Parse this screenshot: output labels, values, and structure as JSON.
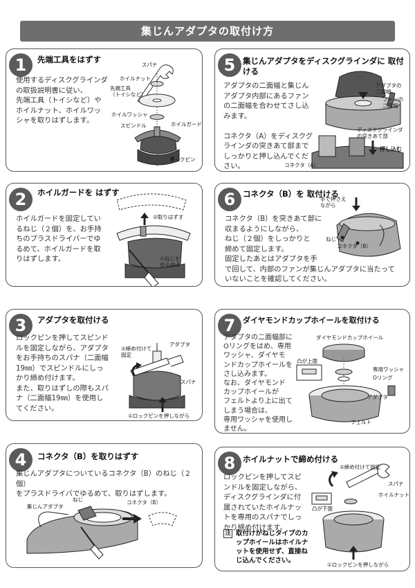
{
  "title": "集じんアダプタの取付け方",
  "steps": [
    {
      "number": "1",
      "title": "先端工具をはずす",
      "text": "使用するディスクグラインダ\nの取扱説明書に従い、\n先端工具（トイシなど）や\nホイルナット、ホイルワッ\nシャを取りはずします。",
      "labels": {
        "spanner": "スパナ",
        "wheel_nut": "ホイルナット",
        "tool": "先端工具\n（トイシなど）",
        "wheel_washer": "ホイルワッシャ",
        "spindle": "スピンドル",
        "wheel_guard": "ホイルガード",
        "lock_pin": "ロックピン"
      }
    },
    {
      "number": "2",
      "title": "ホイルガードを\nはずす",
      "text": "ホイルガードを固定してい\nるねじ（２個）を、お手持\nちのプラスドライバーでゆ\nるめて、ホイルガードを取\nりはずします。",
      "labels": {
        "remove": "②取りはずす",
        "loosen": "①ねじを\nゆるめる"
      }
    },
    {
      "number": "3",
      "title": "アダプタを取付ける",
      "text": "ロックピンを押してスピンド\nルを固定しながら、アダプタ\nをお手持ちのスパナ（二面幅\n19㎜）でスピンドルにしっ\nかり締め付けます。\nまた、取りはずしの際もスパ\nナ（二面幅19㎜）を使用し\nてください。",
      "labels": {
        "tighten": "②締め付けて\n固定",
        "adapter": "アダプタ",
        "spanner": "スパナ",
        "lock_pin": "①ロックピンを押しながら"
      }
    },
    {
      "number": "4",
      "title": "コネクタ（B）を取りはずす",
      "text": "集じんアダプタについているコネクタ（B）のねじ（２個）\nをプラスドライバでゆるめて、取りはずします。",
      "labels": {
        "adapter": "集じんアダプタ",
        "screw": "ねじ",
        "connector_b": "コネクタ（B）"
      }
    },
    {
      "number": "5",
      "title": "集じんアダプタをディスクグラインダに\n取付ける",
      "text": "アダプタの二面幅と集じん\nアダプタ内部にあるファン\nの二面幅を合わせてさし込\nみます。\n\nコネクタ（A）をディスクグ\nラインダの突きあて部まで\nしっかりと押し込んでくだ\nさい。",
      "labels": {
        "adapter_width": "アダプタの\n二面幅",
        "fan_width": "ファンの\n二面幅",
        "stop": "ディスクグラインダ\nの突きあて部",
        "push": "押し込む",
        "connector_a": "コネクタ（A）"
      }
    },
    {
      "number": "6",
      "title": "コネクタ（B）を\n取付ける",
      "text": "コネクタ（B）を突きあて部に\n収まるようにしながら、\nねじ（２個）をしっかりと\n締めて固定します。\n固定したあとはアダプタを手\nで回して、内部のファンが集じんアダプタに当たって\nいないことを確認してください。",
      "labels": {
        "hold": "手で押さえ\nながら",
        "screw": "ねじ",
        "connector_b": "コネクタ（B）"
      }
    },
    {
      "number": "7",
      "title": "ダイヤモンドカップホイールを取付ける",
      "text": "アダプタの二面幅部に\nOリングをはめ、専用\nワッシャ、ダイヤモ\nンドカップホイールを\nさし込みます。\nなお、ダイヤモンド\nカップホイールが\nフェルトより上に出て\nしまう場合は、\n専用ワッシャを使用し\nません。",
      "labels": {
        "cup_wheel": "ダイヤモンドカップホイール",
        "convex_up": "凸が上面",
        "washer": "専用ワッシャ",
        "o_ring": "Oリング",
        "adapter": "アダプタ",
        "felt": "フェルト"
      }
    },
    {
      "number": "8",
      "title": "ホイルナットで締め付ける",
      "text": "ロックピンを押してスピ\nンドルを固定しながら、\nディスクグラインダに付\n属されていたホイルナッ\nトを専用のスパナでしっ\nかり締め付けます。",
      "labels": {
        "tighten": "②締め付けて固定",
        "spanner": "スパナ",
        "wheel_nut": "ホイルナット",
        "convex_down": "凸が下面",
        "lock_pin": "①ロックピンを押しながら"
      },
      "note_mark": "注",
      "note": "取付けがねじタイプのカ\nップホイールはホイルナ\nットを使用せず、直接ね\nじ込んでください。"
    }
  ]
}
